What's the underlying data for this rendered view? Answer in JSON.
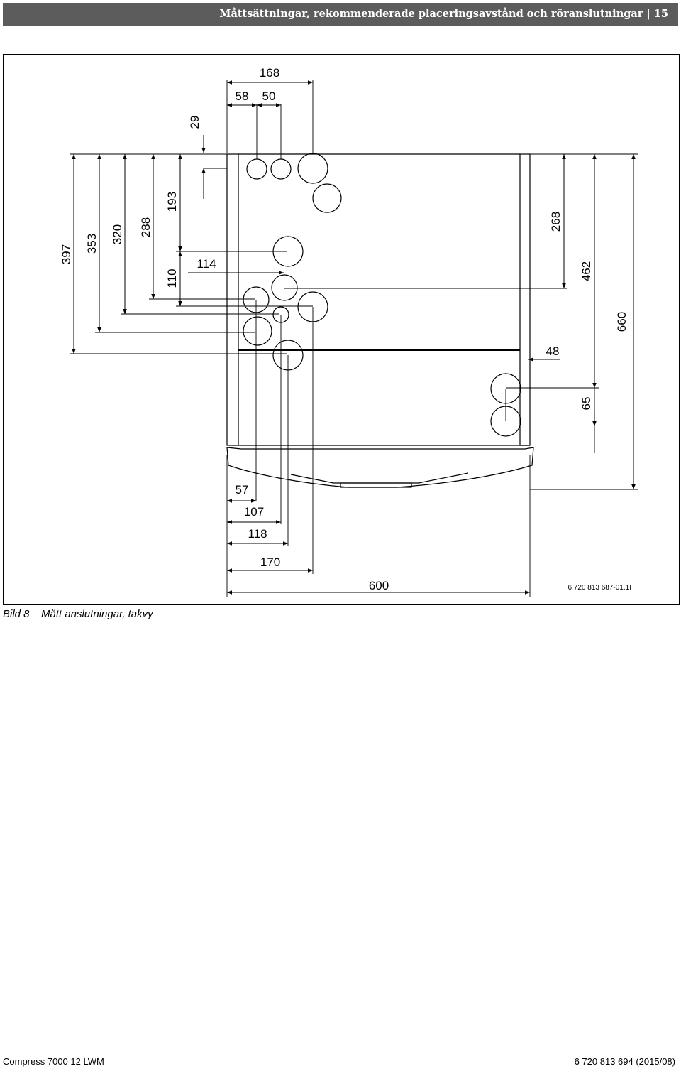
{
  "header": {
    "title": "Måttsättningar, rekommenderade placeringsavstånd och röranslutningar",
    "separator": "|",
    "page_number": "15"
  },
  "figure": {
    "dimensions": {
      "d168": "168",
      "d58": "58",
      "d50": "50",
      "d29": "29",
      "d397": "397",
      "d353": "353",
      "d320": "320",
      "d288": "288",
      "d193": "193",
      "d110": "110",
      "d114": "114",
      "d268": "268",
      "d462": "462",
      "d660": "660",
      "d48": "48",
      "d65": "65",
      "d57": "57",
      "d107": "107",
      "d118": "118",
      "d170": "170",
      "d600": "600"
    },
    "reference_code": "6 720 813 687-01.1I"
  },
  "caption": {
    "number": "Bild 8",
    "text": "Mått anslutningar, takvy"
  },
  "footer": {
    "product": "Compress 7000 12 LWM",
    "document_code": "6 720 813 694 (2015/08)"
  }
}
